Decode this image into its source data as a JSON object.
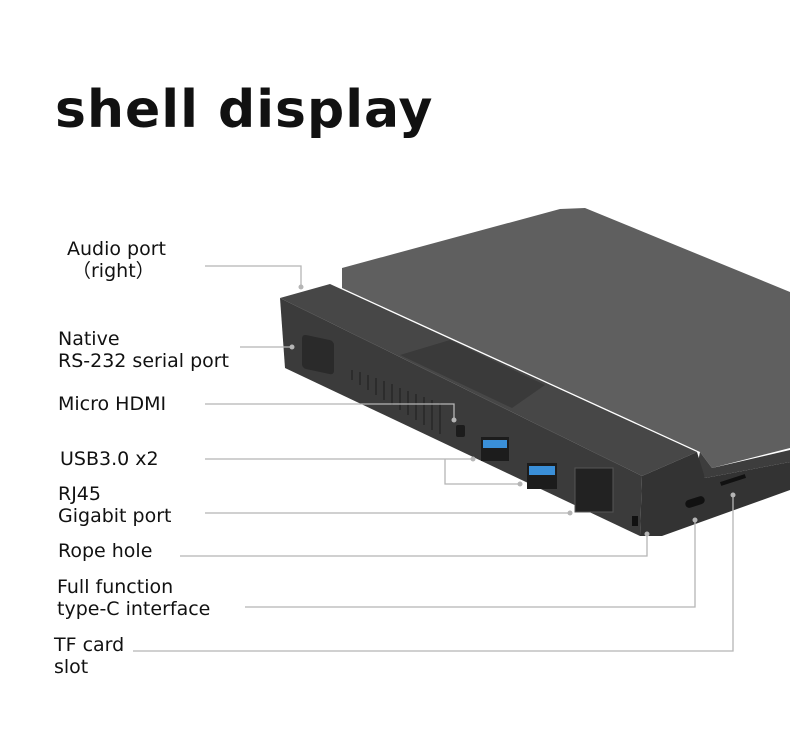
{
  "title": "shell display",
  "callouts": [
    {
      "line1": "Audio port",
      "line2": "（right）"
    },
    {
      "line1": "Native",
      "line2": "RS-232 serial port"
    },
    {
      "line1": "Micro HDMI"
    },
    {
      "line1": "USB3.0 x2"
    },
    {
      "line1": "RJ45",
      "line2": "Gigabit port"
    },
    {
      "line1": "Rope hole"
    },
    {
      "line1": "Full function",
      "line2": "type-C interface"
    },
    {
      "line1": "TF card",
      "line2": "slot"
    }
  ],
  "colors": {
    "device": "#4a4a4a",
    "lid": "#5e5e5e",
    "usb": "#3a8fd8",
    "leader": "#b5b5b5"
  }
}
